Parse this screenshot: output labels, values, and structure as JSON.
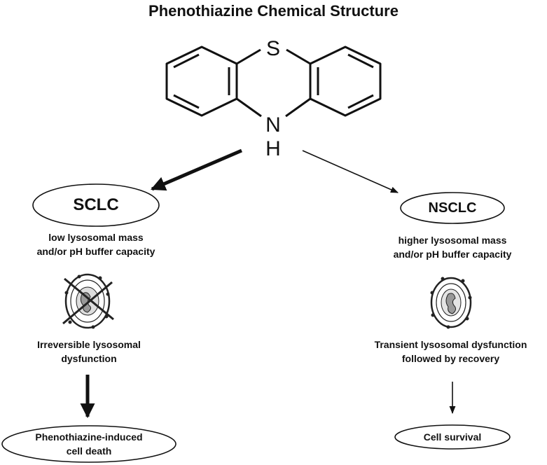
{
  "title": "Phenothiazine Chemical Structure",
  "structure": {
    "atom_s": "S",
    "atom_n": "N",
    "atom_h": "H"
  },
  "left_branch": {
    "label": "SCLC",
    "condition_line1": "low lysosomal mass",
    "condition_line2": "and/or pH buffer capacity",
    "outcome_line1": "Irreversible lysosomal",
    "outcome_line2": "dysfunction",
    "result_line1": "Phenothiazine-induced",
    "result_line2": "cell death"
  },
  "right_branch": {
    "label": "NSCLC",
    "condition_line1": "higher lysosomal mass",
    "condition_line2": "and/or pH buffer capacity",
    "outcome_line1": "Transient lysosomal dysfunction",
    "outcome_line2": "followed by recovery",
    "result": "Cell survival"
  }
}
